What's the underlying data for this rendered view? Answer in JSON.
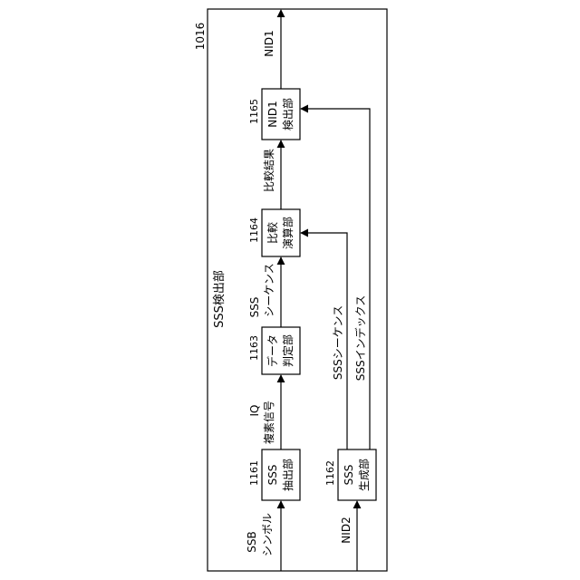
{
  "outer_box": {
    "ref": "1016",
    "title": "SSS検出部"
  },
  "blocks": {
    "b1161": {
      "ref": "1161",
      "line1": "SSS",
      "line2": "抽出部"
    },
    "b1162": {
      "ref": "1162",
      "line1": "SSS",
      "line2": "生成部"
    },
    "b1163": {
      "ref": "1163",
      "line1": "データ",
      "line2": "判定部"
    },
    "b1164": {
      "ref": "1164",
      "line1": "比較",
      "line2": "演算部"
    },
    "b1165": {
      "ref": "1165",
      "line1": "NID1",
      "line2": "検出部"
    }
  },
  "signals": {
    "input_top": "SSB",
    "input_bottom": "シンボル",
    "nid2": "NID2",
    "iq_top": "IQ",
    "iq_bottom": "複素信号",
    "seq_top": "SSS",
    "seq_bottom": "シーケンス",
    "compare": "比較結果",
    "nid1": "NID1",
    "gen_seq": "SSSシーケンス",
    "gen_index": "SSSインデックス"
  }
}
